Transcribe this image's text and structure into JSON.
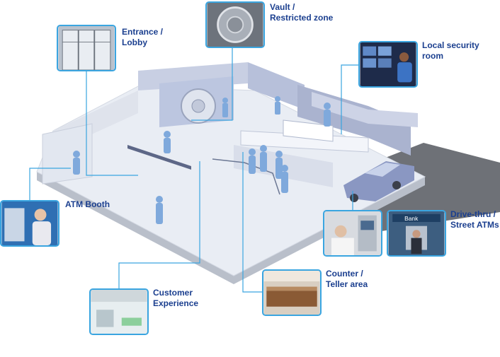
{
  "zones": [
    {
      "id": "entrance",
      "label": "Entrance /\nLobby"
    },
    {
      "id": "vault",
      "label": "Vault /\nRestricted zone"
    },
    {
      "id": "security-room",
      "label": "Local security\nroom"
    },
    {
      "id": "atm-booth",
      "label": "ATM Booth"
    },
    {
      "id": "drive-thru",
      "label": "Drive-thru /\nStreet ATMs"
    },
    {
      "id": "customer-experience",
      "label": "Customer\nExperience"
    },
    {
      "id": "counter",
      "label": "Counter /\nTeller area"
    }
  ],
  "drive_thru_sign": "Bank",
  "colors": {
    "accent": "#3aa5e0",
    "label": "#1b3f8f",
    "floor": "#e8ecf3",
    "wall": "#c7cfe4",
    "figure": "#7fa9dc"
  }
}
